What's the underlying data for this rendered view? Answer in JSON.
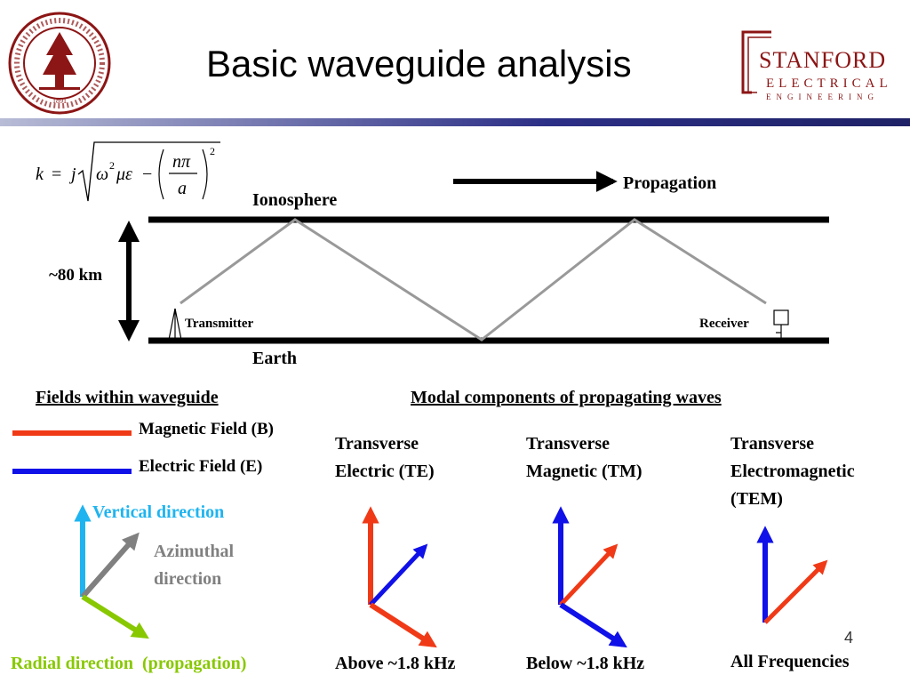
{
  "slide": {
    "title": "Basic waveguide analysis",
    "page_number": "4"
  },
  "logos": {
    "seal_text": "LELAND STANFORD JUNIOR UNIVERSITY",
    "seal_year": "1891",
    "stanford_line1": "STANFORD",
    "stanford_line2": "ELECTRICAL",
    "stanford_line3": "ENGINEERING",
    "brand_color": "#8c1515"
  },
  "equation": {
    "lhs": "k",
    "eq": "=",
    "j": "j",
    "omega": "ω",
    "sq1": "2",
    "mueps": "με",
    "minus": "−",
    "num": "nπ",
    "den": "a",
    "sq2": "2"
  },
  "waveguide": {
    "propagation_label": "Propagation",
    "ionosphere_label": "Ionosphere",
    "earth_label": "Earth",
    "height_label": "~80 km",
    "transmitter_label": "Transmitter",
    "receiver_label": "Receiver"
  },
  "fields": {
    "heading": "Fields within waveguide",
    "magnetic_label": "Magnetic Field (B)",
    "electric_label": "Electric Field (E)",
    "magnetic_color": "#f03a17",
    "electric_color": "#1010e8",
    "vertical_label": "Vertical direction",
    "azimuthal_label_1": "Azimuthal",
    "azimuthal_label_2": "direction",
    "radial_label": "Radial direction  (propagation)",
    "vertical_color": "#1fb4f0",
    "azimuthal_color": "#808080",
    "radial_color": "#88c800"
  },
  "modes": {
    "heading": "Modal components of propagating waves",
    "te_line1": "Transverse",
    "te_line2": "Electric (TE)",
    "te_freq": "Above ~1.8 kHz",
    "tm_line1": "Transverse",
    "tm_line2": "Magnetic (TM)",
    "tm_freq": "Below ~1.8 kHz",
    "tem_line1": "Transverse",
    "tem_line2": "Electromagnetic",
    "tem_line3": "(TEM)",
    "tem_freq": "All Frequencies"
  }
}
